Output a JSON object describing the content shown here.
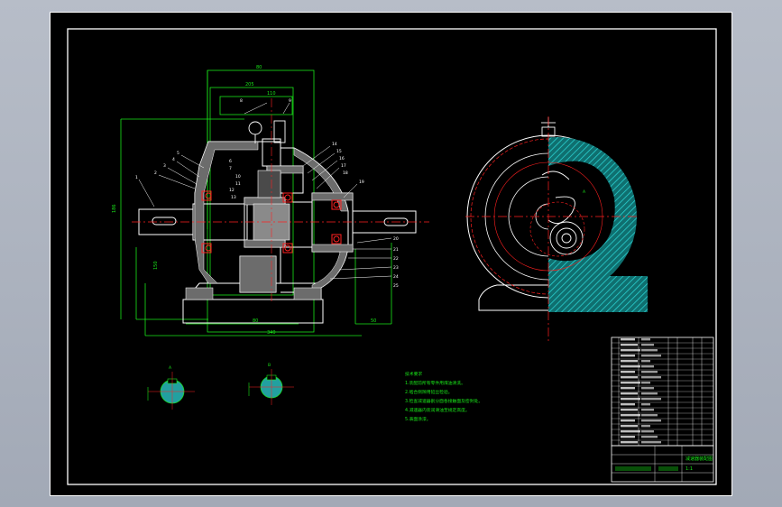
{
  "drawing": {
    "notes_title": "技术要求",
    "notes": [
      "1.装配前所有零件用煤油清洗。",
      "2.啮合侧隙用铅丝检验。",
      "3.检查减速器剖分面各接触面及密封处。",
      "4.减速器内装润滑油至规定高度。",
      "5.表面涂漆。"
    ],
    "part_numbers": [
      "1",
      "2",
      "3",
      "4",
      "5",
      "6",
      "7",
      "8",
      "9",
      "10",
      "11",
      "12",
      "13",
      "14",
      "15",
      "16",
      "17",
      "18",
      "19",
      "20",
      "21",
      "22",
      "23",
      "24",
      "25"
    ],
    "title_block": {
      "name": "减速器装配图",
      "scale": "1:1"
    }
  },
  "colors": {
    "sheet": "#000000",
    "outline": "#ffffff",
    "dimension": "#19e619",
    "centerline": "#ff2020",
    "hatch": "#1aa6a6"
  }
}
